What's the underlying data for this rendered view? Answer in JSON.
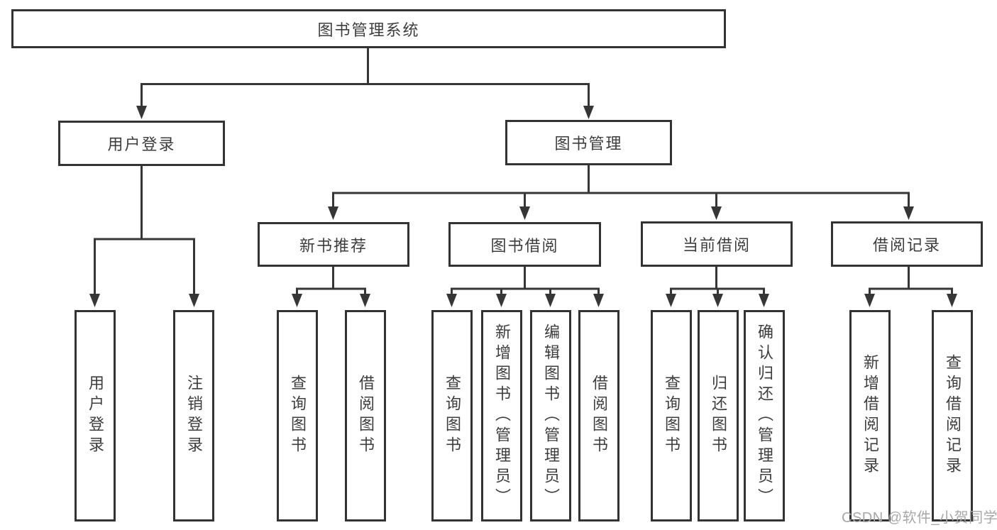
{
  "colors": {
    "line": "#363636",
    "box_border": "#333333",
    "text": "#3d3d3d",
    "background": "#ffffff",
    "watermark": "#a8a8a8"
  },
  "tree": {
    "root": "图书管理系统",
    "children": [
      {
        "label": "用户登录",
        "children": [
          "用户登录",
          "注销登录"
        ]
      },
      {
        "label": "图书管理",
        "children": [
          {
            "label": "新书推荐",
            "children": [
              "查询图书",
              "借阅图书"
            ]
          },
          {
            "label": "图书借阅",
            "children": [
              "查询图书",
              "新增图书（管理员）",
              "编辑图书（管理员）",
              "借阅图书"
            ]
          },
          {
            "label": "当前借阅",
            "children": [
              "查询图书",
              "归还图书",
              "确认归还（管理员）"
            ]
          },
          {
            "label": "借阅记录",
            "children": [
              "新增借阅记录",
              "查询借阅记录"
            ]
          }
        ]
      }
    ]
  },
  "watermark": {
    "text": "CSDN @软件_小贺同学"
  }
}
